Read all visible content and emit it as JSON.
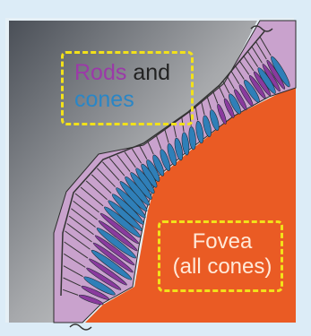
{
  "labels": {
    "rods": "Rods",
    "and": " and",
    "cones": "cones",
    "fovea_line1": "Fovea",
    "fovea_line2": "(all cones)"
  },
  "colors": {
    "background": "#dcecf7",
    "tissue": "#c59ac9",
    "orange": "#ea5b24",
    "rod": "#8a3a9e",
    "cone": "#2f7fb8",
    "label_box": "#f2e11a"
  }
}
